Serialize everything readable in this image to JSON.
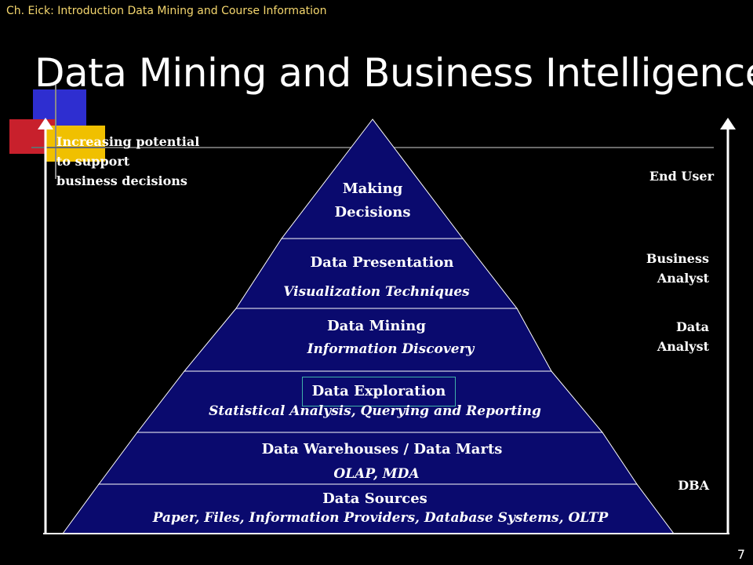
{
  "header": "Ch. Eick: Introduction Data Mining and Course Information",
  "title": "Data Mining and Business Intelligence",
  "left_note": [
    "Increasing potential",
    "to support",
    "business decisions"
  ],
  "pyramid": {
    "fill_color": "#0a0a6e",
    "layers": [
      {
        "label": "Making",
        "label2": "Decisions"
      },
      {
        "label": "Data Presentation",
        "sublabel": "Visualization Techniques"
      },
      {
        "label": "Data Mining",
        "sublabel": "Information Discovery"
      },
      {
        "label": "Data Exploration",
        "sublabel": "Statistical Analysis, Querying and Reporting"
      },
      {
        "label": "Data Warehouses / Data Marts",
        "sublabel": "OLAP, MDA"
      },
      {
        "label": "Data Sources",
        "sublabel": "Paper, Files, Information Providers, Database Systems, OLTP"
      }
    ]
  },
  "roles": {
    "end_user": "End User",
    "business_analyst": [
      "Business",
      "Analyst"
    ],
    "data_analyst": [
      "Data",
      "Analyst"
    ],
    "dba": "DBA"
  },
  "page_number": "7"
}
